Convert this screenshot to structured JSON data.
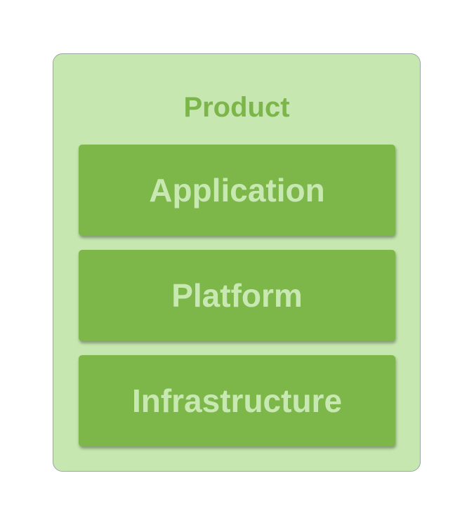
{
  "diagram": {
    "outer_label": "Product",
    "layers": [
      {
        "label": "Application"
      },
      {
        "label": "Platform"
      },
      {
        "label": "Infrastructure"
      }
    ]
  },
  "colors": {
    "outer_fill": "#c6e8b0",
    "outer_border": "#9aa7a8",
    "outer_text": "#7cb64a",
    "layer_fill": "#7db74a",
    "layer_text": "#c8e8b2"
  }
}
